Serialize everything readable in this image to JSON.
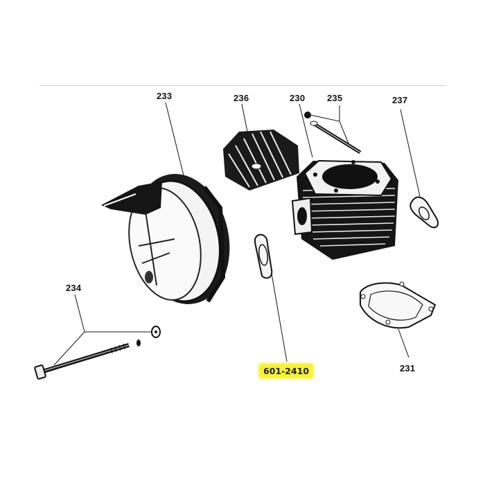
{
  "diagram": {
    "type": "exploded-parts-diagram",
    "callouts": [
      {
        "id": "233",
        "label": "233",
        "part": "flywheel-cover"
      },
      {
        "id": "236",
        "label": "236",
        "part": "cylinder-head"
      },
      {
        "id": "230",
        "label": "230",
        "part": "cylinder"
      },
      {
        "id": "235",
        "label": "235",
        "part": "stud-and-nut"
      },
      {
        "id": "237",
        "label": "237",
        "part": "exhaust-gasket"
      },
      {
        "id": "234",
        "label": "234",
        "part": "bolt-washer-nut"
      },
      {
        "id": "231",
        "label": "231",
        "part": "cylinder-base-gasket"
      },
      {
        "id": "highlight",
        "label": "601-2410",
        "part": "intake-gasket",
        "highlight_color": "#f7f13a"
      }
    ]
  }
}
